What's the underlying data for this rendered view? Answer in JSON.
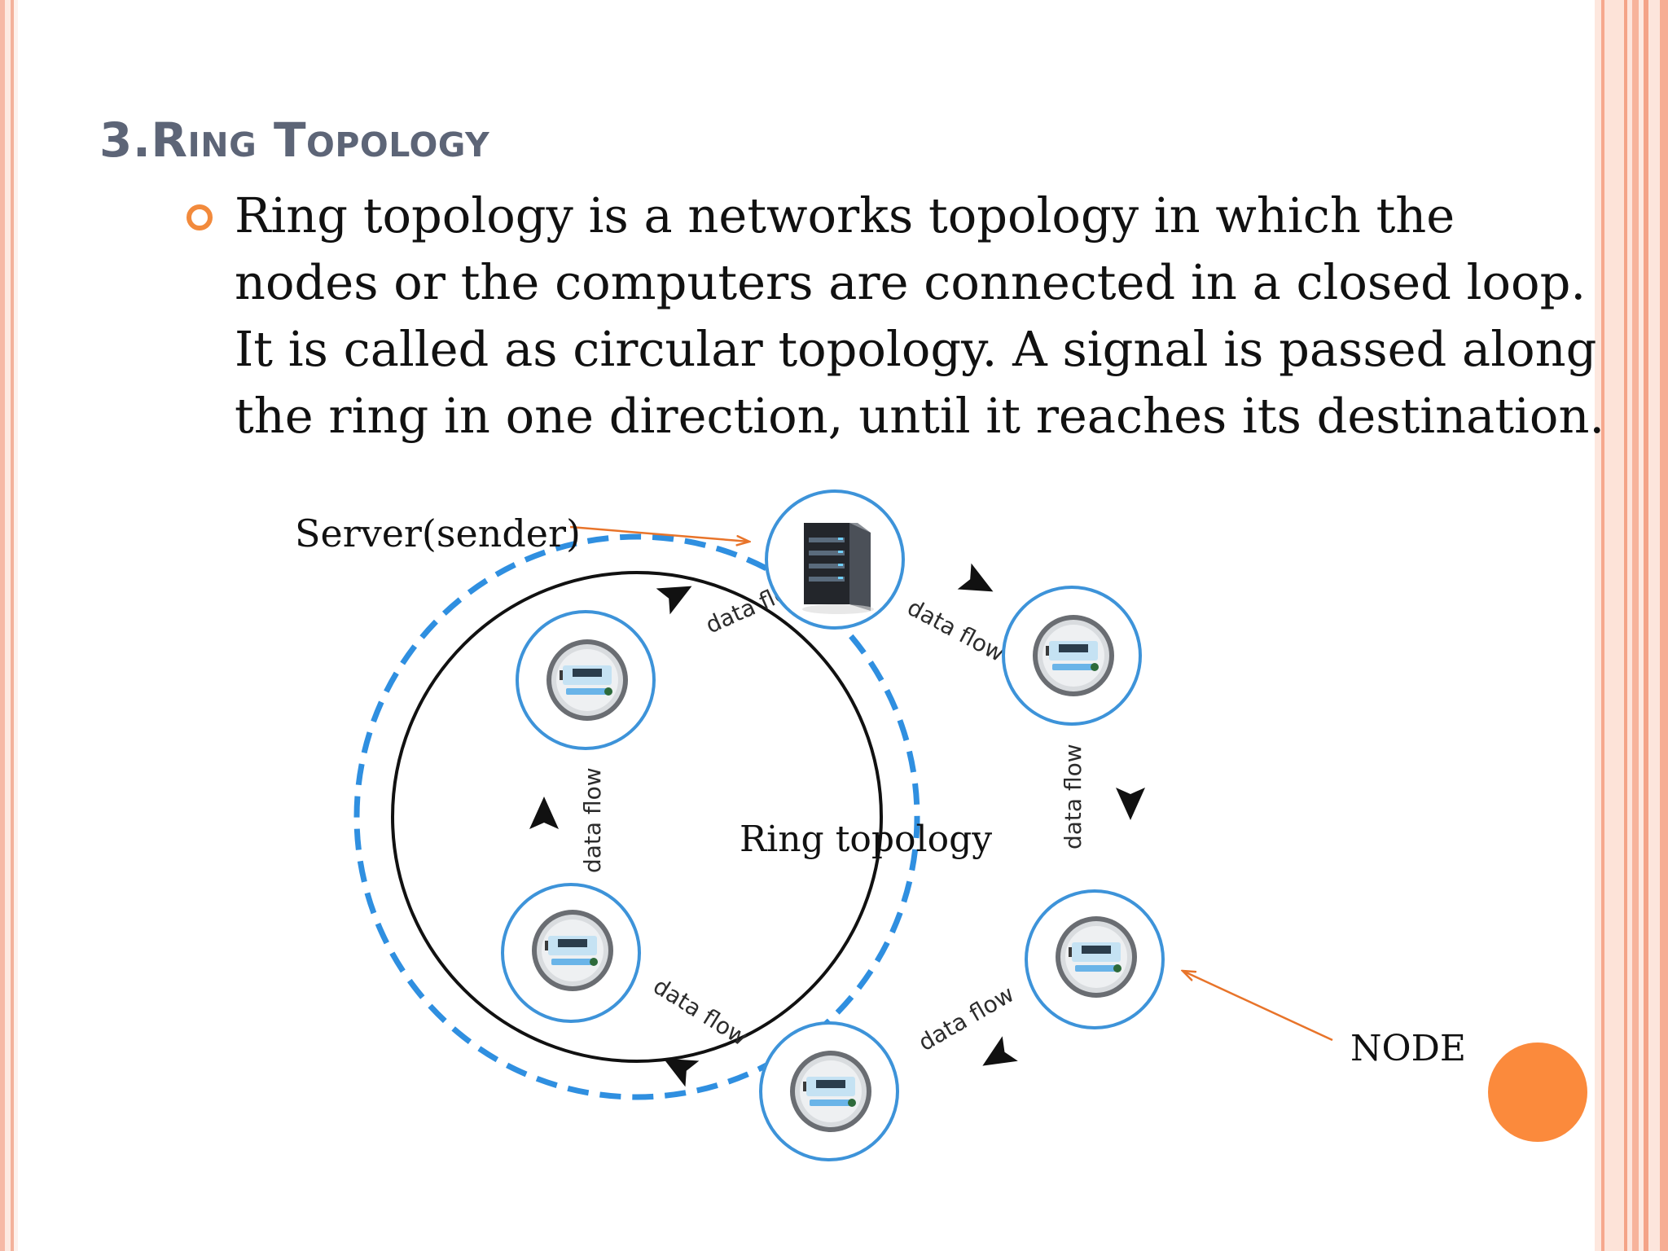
{
  "slide": {
    "title": "3.Ring Topology",
    "bullet_lines": [
      "Ring topology is a networks topology in which the",
      "nodes or the computers are connected in a closed loop.",
      "It is called as circular topology. A signal is passed along",
      "the ring in one direction, until it reaches its destination."
    ]
  },
  "diagram": {
    "center_label": "Ring topology",
    "server_label": "Server(sender)",
    "node_label": "NODE",
    "link_label": "data flow",
    "colors": {
      "ring_outline": "#3d93d9",
      "dashed_flow": "#2f8fe0",
      "annotation_arrow": "#e8742a",
      "accent_dot": "#fb8a3c"
    },
    "icons": {
      "server": "server-tower-icon",
      "node": "electric-meter-icon"
    }
  }
}
